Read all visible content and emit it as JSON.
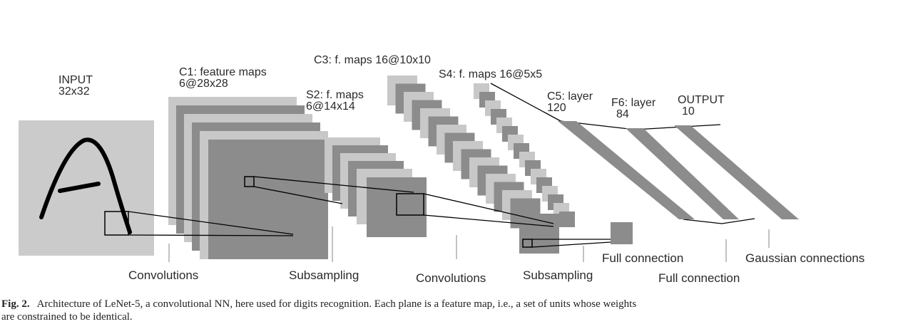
{
  "layers": [
    {
      "id": "input",
      "label_line1": "INPUT",
      "label_line2": "32x32"
    },
    {
      "id": "c1",
      "label_line1": "C1: feature maps",
      "label_line2": "6@28x28"
    },
    {
      "id": "s2",
      "label_line1": "S2: f. maps",
      "label_line2": "6@14x14"
    },
    {
      "id": "c3",
      "label_line1": "C3: f. maps 16@10x10",
      "label_line2": ""
    },
    {
      "id": "s4",
      "label_line1": "S4: f. maps 16@5x5",
      "label_line2": ""
    },
    {
      "id": "c5",
      "label_line1": "C5: layer",
      "label_line2": "120"
    },
    {
      "id": "f6",
      "label_line1": "F6: layer",
      "label_line2": "84"
    },
    {
      "id": "output",
      "label_line1": "OUTPUT",
      "label_line2": "10"
    }
  ],
  "operations": [
    "Convolutions",
    "Subsampling",
    "Convolutions",
    "Subsampling",
    "Full connection",
    "Full connection",
    "Gaussian connections"
  ],
  "caption": {
    "fig_label": "Fig. 2.",
    "text": "Architecture of LeNet-5, a convolutional NN, here used for digits recognition. Each plane is a feature map, i.e., a set of units whose weights are constrained to be identical."
  },
  "colors": {
    "plane_light": "#c8c8c8",
    "plane_dark": "#8c8c8c",
    "input_bg": "#cbcbcb",
    "stroke": "#000000"
  }
}
